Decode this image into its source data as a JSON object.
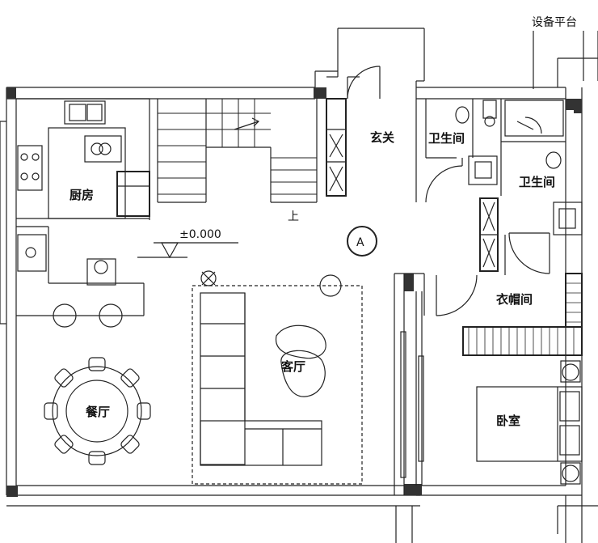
{
  "plan": {
    "rooms": {
      "kitchen": "厨房",
      "entrance": "玄关",
      "bath1": "卫生间",
      "bath2": "卫生间",
      "living": "客厅",
      "dining": "餐厅",
      "cloakroom": "衣帽间",
      "bedroom": "卧室"
    },
    "equipment_platform": "设备平台",
    "elevation": "±0.000",
    "stair_up": "上",
    "axis_marker": "A"
  }
}
